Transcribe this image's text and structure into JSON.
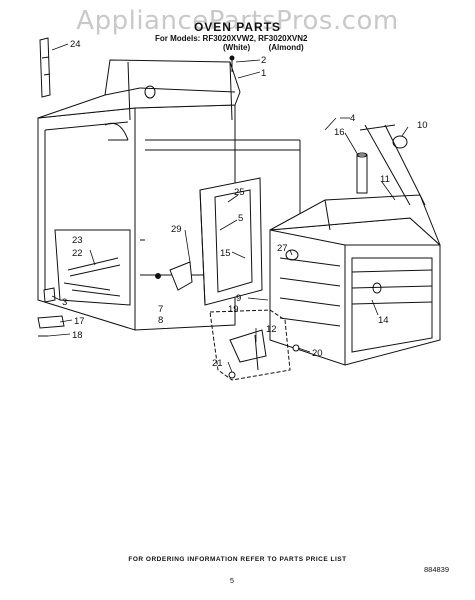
{
  "watermark": "AppliancePartsPros.com",
  "title": "OVEN PARTS",
  "models": "For Models: RF3020XVW2, RF3020XVN2",
  "model_colors": [
    "(White)",
    "(Almond)"
  ],
  "callouts": [
    "24",
    "2",
    "1",
    "10",
    "4",
    "16",
    "11",
    "25",
    "5",
    "29",
    "23",
    "22",
    "15",
    "27",
    "3",
    "9",
    "19",
    "7",
    "8",
    "17",
    "18",
    "12",
    "14",
    "20",
    "21"
  ],
  "footer": "FOR ORDERING INFORMATION REFER TO PARTS PRICE LIST",
  "page_number": "5",
  "doc_number": "884839"
}
